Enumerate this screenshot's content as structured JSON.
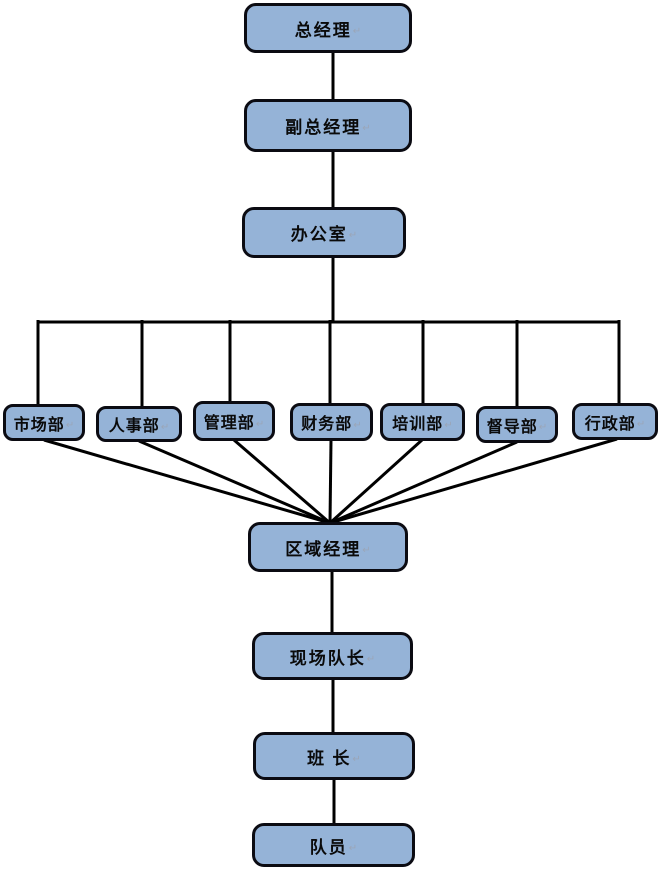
{
  "diagram": {
    "type": "org-chart",
    "return_mark": "↵",
    "colors": {
      "node_fill": "#95B3D7",
      "node_border": "#0b0b12",
      "connector": "#000000",
      "text": "#0a0a0a"
    },
    "nodes": {
      "general_manager": {
        "label": "总经理"
      },
      "deputy_general_manager": {
        "label": "副总经理"
      },
      "office": {
        "label": "办公室"
      },
      "marketing_dept": {
        "label": "市场部"
      },
      "hr_dept": {
        "label": "人事部"
      },
      "management_dept": {
        "label": "管理部"
      },
      "finance_dept": {
        "label": "财务部"
      },
      "training_dept": {
        "label": "培训部"
      },
      "supervision_dept": {
        "label": "督导部"
      },
      "administration_dept": {
        "label": "行政部"
      },
      "regional_manager": {
        "label": "区域经理"
      },
      "site_captain": {
        "label": "现场队长"
      },
      "squad_leader": {
        "label": "班  长"
      },
      "team_member": {
        "label": "队员"
      }
    },
    "hierarchy": [
      "general_manager > deputy_general_manager",
      "deputy_general_manager > office",
      "office > marketing_dept, hr_dept, management_dept, finance_dept, training_dept, supervision_dept, administration_dept",
      "marketing_dept, hr_dept, management_dept, finance_dept, training_dept, supervision_dept, administration_dept > regional_manager",
      "regional_manager > site_captain",
      "site_captain > squad_leader",
      "squad_leader > team_member"
    ]
  }
}
